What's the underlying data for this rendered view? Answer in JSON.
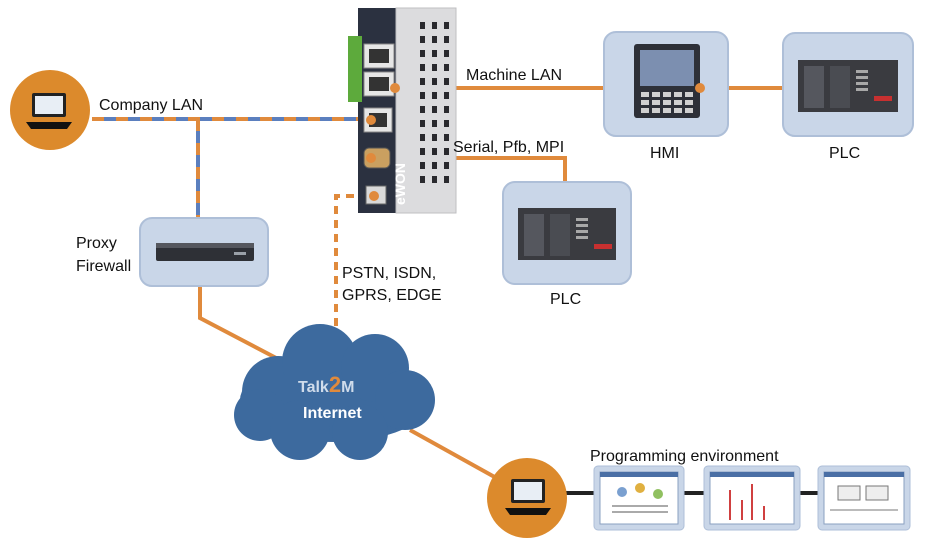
{
  "colors": {
    "orange": "#e08a3c",
    "blue_lan": "#5b7fbe",
    "panel_bg": "#c9d6e8",
    "panel_border": "#aebfd8",
    "cloud": "#3d6a9e",
    "laptop_circle": "#dc8a2c"
  },
  "labels": {
    "company_lan": "Company LAN",
    "machine_lan": "Machine LAN",
    "serial": "Serial, Pfb, MPI",
    "hmi": "HMI",
    "plc_right": "PLC",
    "plc_center": "PLC",
    "proxy": "Proxy",
    "firewall": "Firewall",
    "pstn_line1": "PSTN, ISDN,",
    "pstn_line2": "GPRS, EDGE",
    "talk": "Talk",
    "two": "2",
    "m": "M",
    "internet": "Internet",
    "programming_env": "Programming environment"
  },
  "device": {
    "brand": "eWON"
  },
  "icons": {
    "laptop": "laptop-icon",
    "router": "ewon-router-icon",
    "hmi": "hmi-panel-icon",
    "plc": "plc-rack-icon",
    "firewall": "proxy-firewall-icon",
    "cloud": "internet-cloud-icon"
  }
}
